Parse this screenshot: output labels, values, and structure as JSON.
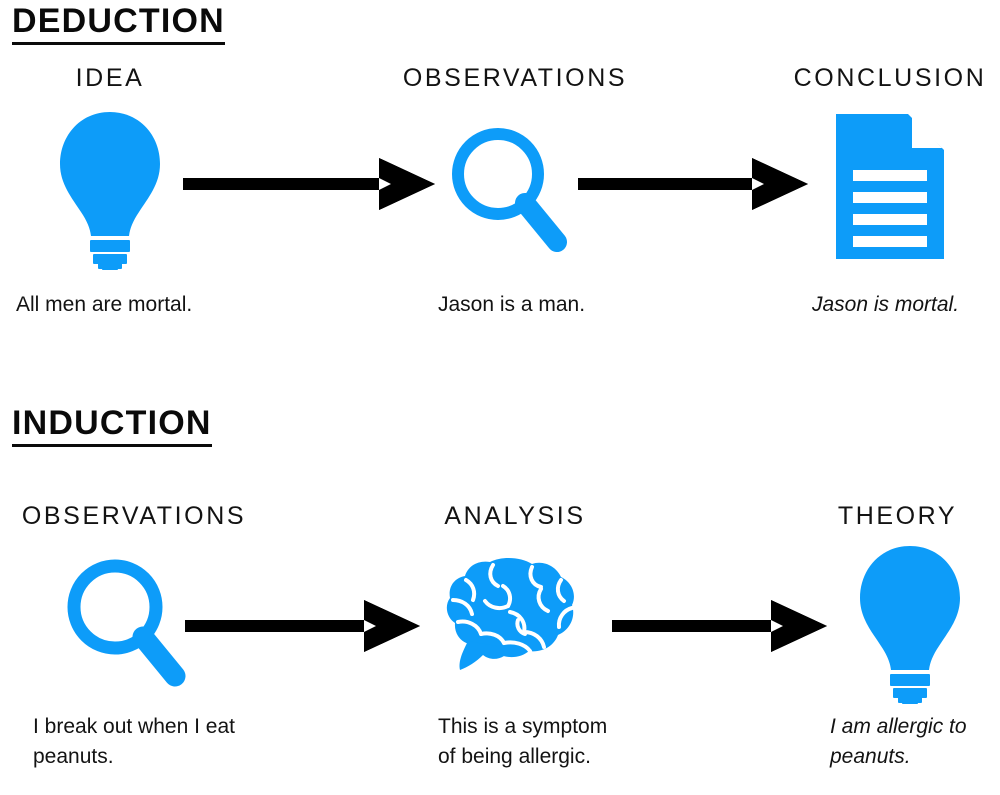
{
  "page": {
    "background_color": "#ffffff",
    "accent_color": "#0d9cf9",
    "text_color": "#131313"
  },
  "sections": [
    {
      "id": "deduction",
      "title": "DEDUCTION",
      "steps": [
        {
          "header": "IDEA",
          "icon": "lightbulb-icon",
          "caption": "All men are mortal.",
          "italic": false
        },
        {
          "header": "OBSERVATIONS",
          "icon": "magnifier-icon",
          "caption": "Jason is a man.",
          "italic": false
        },
        {
          "header": "CONCLUSION",
          "icon": "document-icon",
          "caption": "Jason is mortal.",
          "italic": true
        }
      ],
      "connectors": [
        "arrow-right-icon",
        "arrow-right-icon"
      ]
    },
    {
      "id": "induction",
      "title": "INDUCTION",
      "steps": [
        {
          "header": "OBSERVATIONS",
          "icon": "magnifier-icon",
          "caption": "I break out when I eat\npeanuts.",
          "italic": false
        },
        {
          "header": "ANALYSIS",
          "icon": "brain-icon",
          "caption": "This is a symptom\nof being allergic.",
          "italic": false
        },
        {
          "header": "THEORY",
          "icon": "lightbulb-icon",
          "caption": "I am allergic to\npeanuts.",
          "italic": true
        }
      ],
      "connectors": [
        "arrow-right-icon",
        "arrow-right-icon"
      ]
    }
  ]
}
